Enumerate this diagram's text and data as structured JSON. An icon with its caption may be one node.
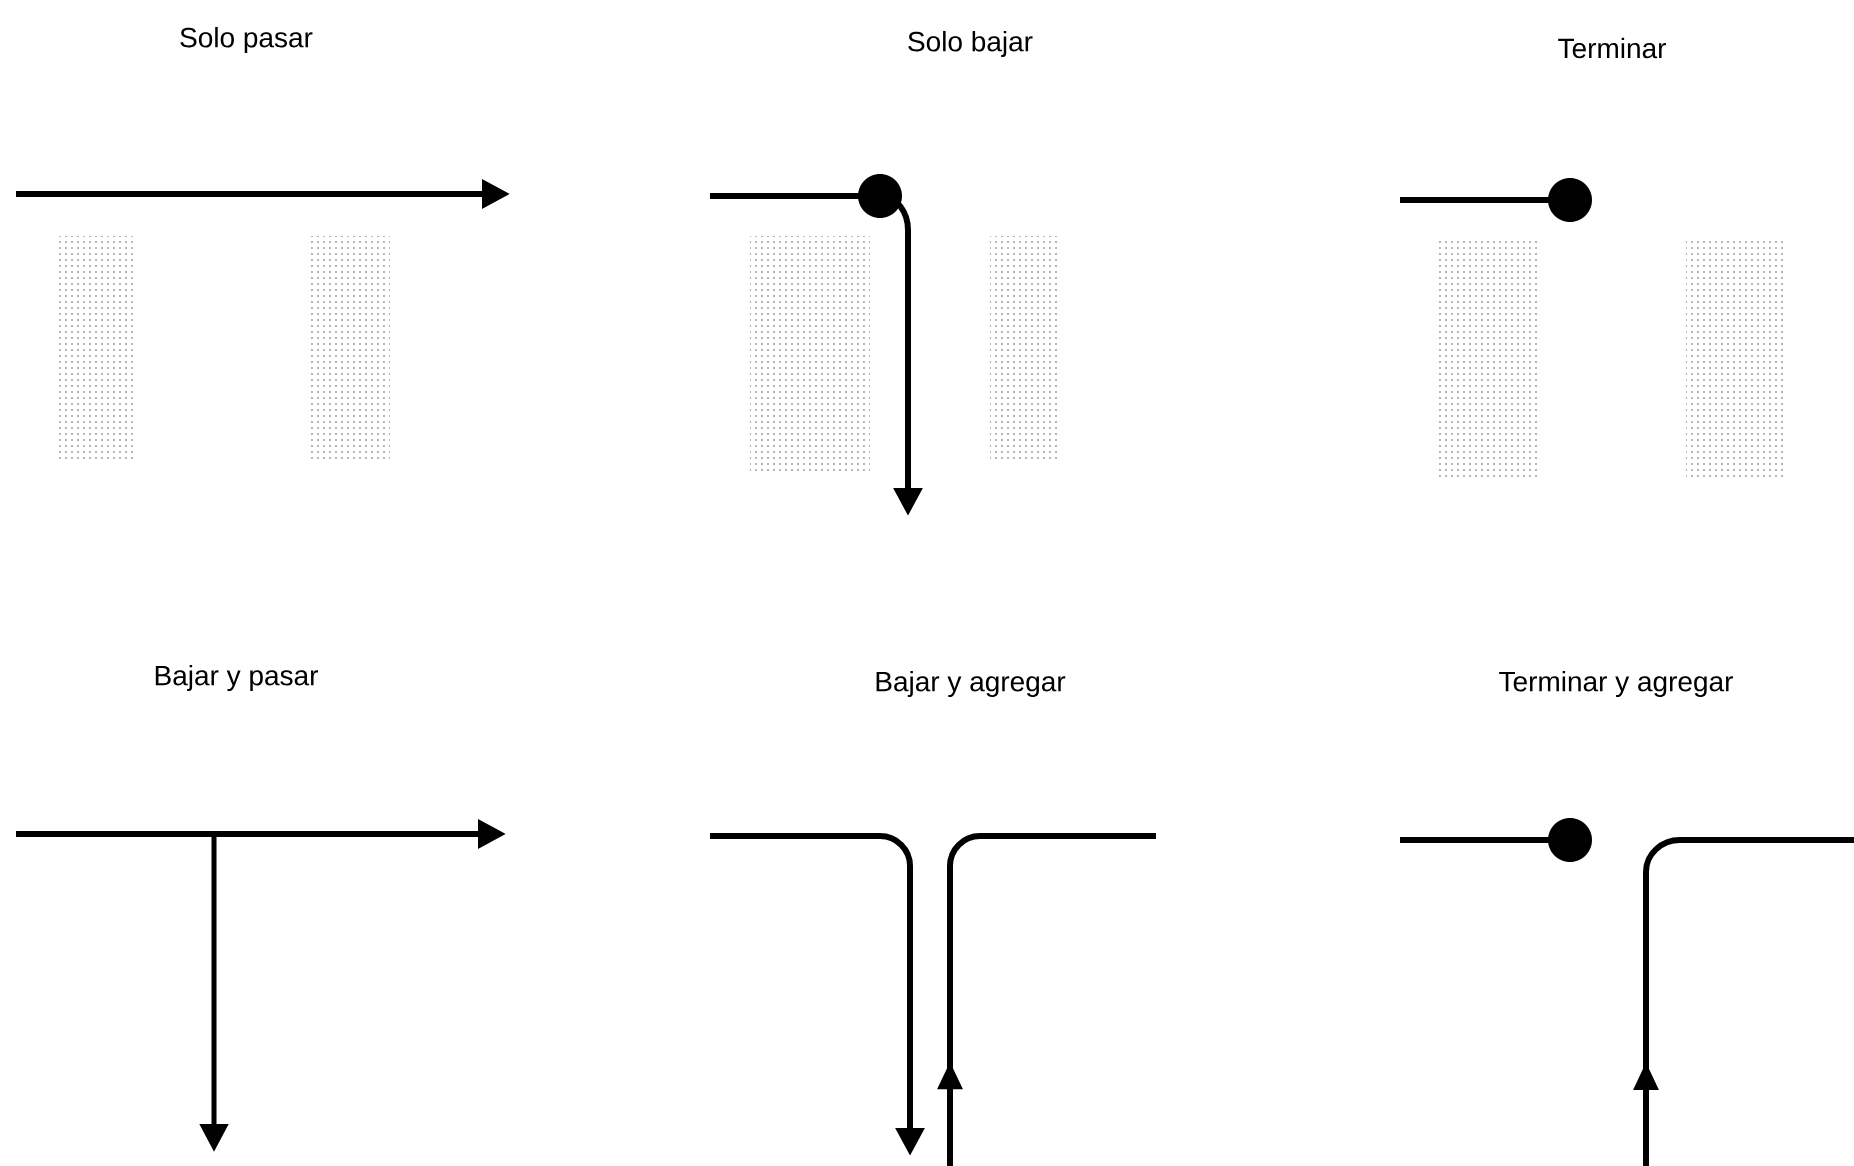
{
  "diagram": {
    "labels": [
      "Solo pasar",
      "Solo bajar",
      "Terminar",
      "Bajar y pasar",
      "Bajar y agregar",
      "Terminar y agregar"
    ]
  }
}
